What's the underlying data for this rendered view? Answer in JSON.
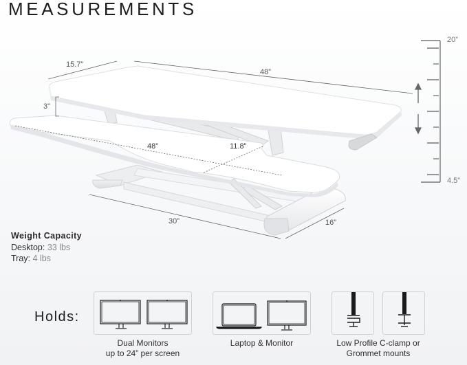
{
  "header": {
    "title": "MEASUREMENTS"
  },
  "dimensions": {
    "desktop_depth": "15.7”",
    "desktop_width": "48”",
    "tray_gap": "3”",
    "tray_width": "48”",
    "tray_depth": "11.8”",
    "base_width": "30”",
    "base_depth": "16”"
  },
  "height_scale": {
    "max_label": "20”",
    "min_label": "4.5”",
    "ticks": 9
  },
  "weight_capacity": {
    "heading": "Weight Capacity",
    "rows": [
      {
        "label": "Desktop:",
        "value": "33 lbs"
      },
      {
        "label": "Tray:",
        "value": "4 lbs"
      }
    ]
  },
  "holds": {
    "label": "Holds:",
    "items": [
      {
        "icon": "dual-monitor-icon",
        "caption_line1": "Dual Monitors",
        "caption_line2": "up to 24” per screen"
      },
      {
        "icon": "laptop-and-monitor-icon",
        "caption_line1": "Laptop & Monitor",
        "caption_line2": ""
      },
      {
        "icon": "c-clamp-and-grommet-icon",
        "caption_line1": "Low Profile C-clamp or",
        "caption_line2": "Grommet mounts"
      }
    ]
  },
  "colors": {
    "desk_white": "#ffffff",
    "desk_edge": "#e4e5e7",
    "frame_gray": "#d8d9dc",
    "dim_line": "#666666",
    "icon_box_border": "#cfd1d5",
    "icon_stroke": "#1a1a1a"
  }
}
